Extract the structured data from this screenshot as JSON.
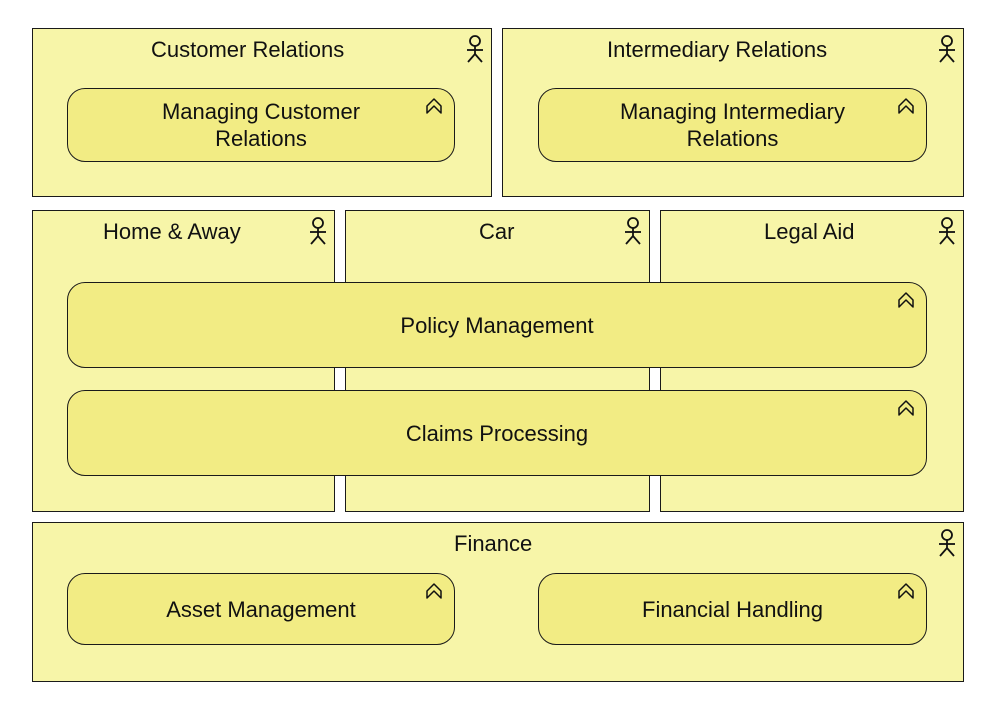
{
  "actors": {
    "customer_relations": "Customer Relations",
    "intermediary_relations": "Intermediary Relations",
    "home_away": "Home & Away",
    "car": "Car",
    "legal_aid": "Legal Aid",
    "finance": "Finance"
  },
  "functions": {
    "managing_customer_relations_1": "Managing Customer",
    "managing_customer_relations_2": "Relations",
    "managing_intermediary_relations_1": "Managing Intermediary",
    "managing_intermediary_relations_2": "Relations",
    "policy_management": "Policy Management",
    "claims_processing": "Claims Processing",
    "asset_management": "Asset Management",
    "financial_handling": "Financial Handling"
  },
  "icons": {
    "actor": "actor-icon",
    "function": "function-icon"
  },
  "colors": {
    "actor_fill": "#f7f5a8",
    "function_fill": "#f2ec84",
    "border": "#1a1a1a"
  }
}
